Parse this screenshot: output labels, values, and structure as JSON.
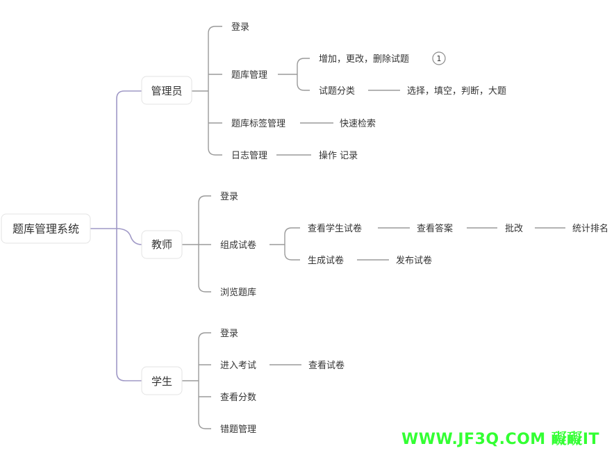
{
  "root": "题库管理系统",
  "roles": [
    {
      "label": "管理员",
      "items": {
        "login": "登录",
        "qbank": {
          "label": "题库管理",
          "add_edit_delete": "增加，更改，删除试题",
          "add_edit_delete_badge": "1",
          "classify": "试题分类",
          "types": "选择，填空，判断，大题"
        },
        "tags": {
          "label": "题库标签管理",
          "search": "快速检索"
        },
        "logs": {
          "label": "日志管理",
          "record": "操作 记录"
        }
      }
    },
    {
      "label": "教师",
      "items": {
        "login": "登录",
        "compose": {
          "label": "组成试卷",
          "view_student_paper": "查看学生试卷",
          "view_answers": "查看答案",
          "grade": "批改",
          "rank": "统计排名",
          "generate": "生成试卷",
          "publish": "发布试卷"
        },
        "browse": "浏览题库"
      }
    },
    {
      "label": "学生",
      "items": {
        "login": "登录",
        "exam": {
          "label": "进入考试",
          "view_paper": "查看试卷"
        },
        "scores": "查看分数",
        "mistakes": "错题管理"
      }
    }
  ],
  "watermark": "WWW.JF3Q.COM 𩉏𩉏IT",
  "colors": {
    "main_connector": "#9f98c6",
    "connector": "#9a9a9a",
    "watermark": "#33ff33"
  }
}
